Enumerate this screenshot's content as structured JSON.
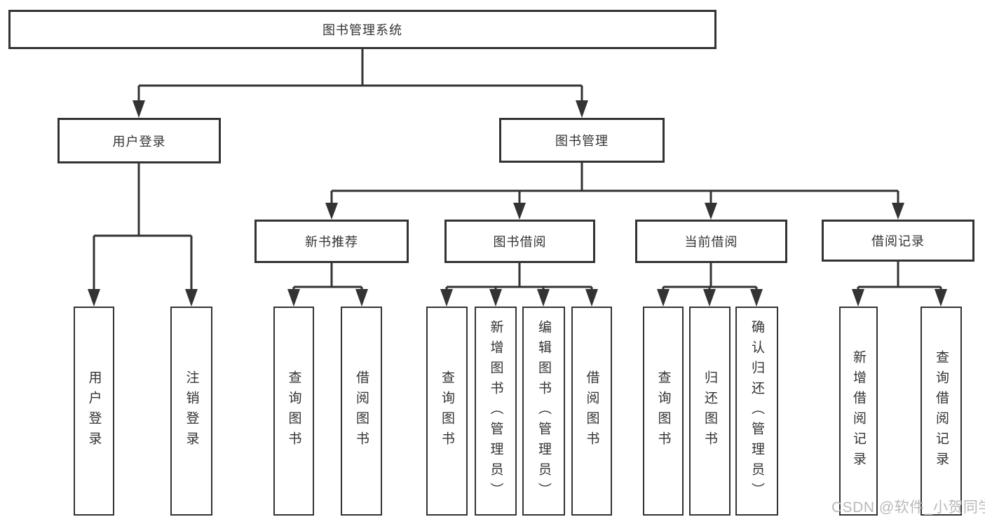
{
  "diagram": {
    "root": {
      "label": "图书管理系统"
    },
    "level2": [
      {
        "label": "用户登录",
        "children": [
          {
            "label": "用户登录"
          },
          {
            "label": "注销登录"
          }
        ]
      },
      {
        "label": "图书管理",
        "children": [
          {
            "label": "新书推荐",
            "children": [
              {
                "label": "查询图书"
              },
              {
                "label": "借阅图书"
              }
            ]
          },
          {
            "label": "图书借阅",
            "children": [
              {
                "label": "查询图书"
              },
              {
                "label": "新增图书（管理员）"
              },
              {
                "label": "编辑图书（管理员）"
              },
              {
                "label": "借阅图书"
              }
            ]
          },
          {
            "label": "当前借阅",
            "children": [
              {
                "label": "查询图书"
              },
              {
                "label": "归还图书"
              },
              {
                "label": "确认归还（管理员）"
              }
            ]
          },
          {
            "label": "借阅记录",
            "children": [
              {
                "label": "新增借阅记录"
              },
              {
                "label": "查询借阅记录"
              }
            ]
          }
        ]
      }
    ]
  },
  "watermark": {
    "text": "CSDN @软件_小贺同学"
  },
  "colors": {
    "line": "#333333",
    "box_border": "#333333",
    "text": "#333333",
    "watermark": "#b9b9b9",
    "background": "#ffffff"
  }
}
